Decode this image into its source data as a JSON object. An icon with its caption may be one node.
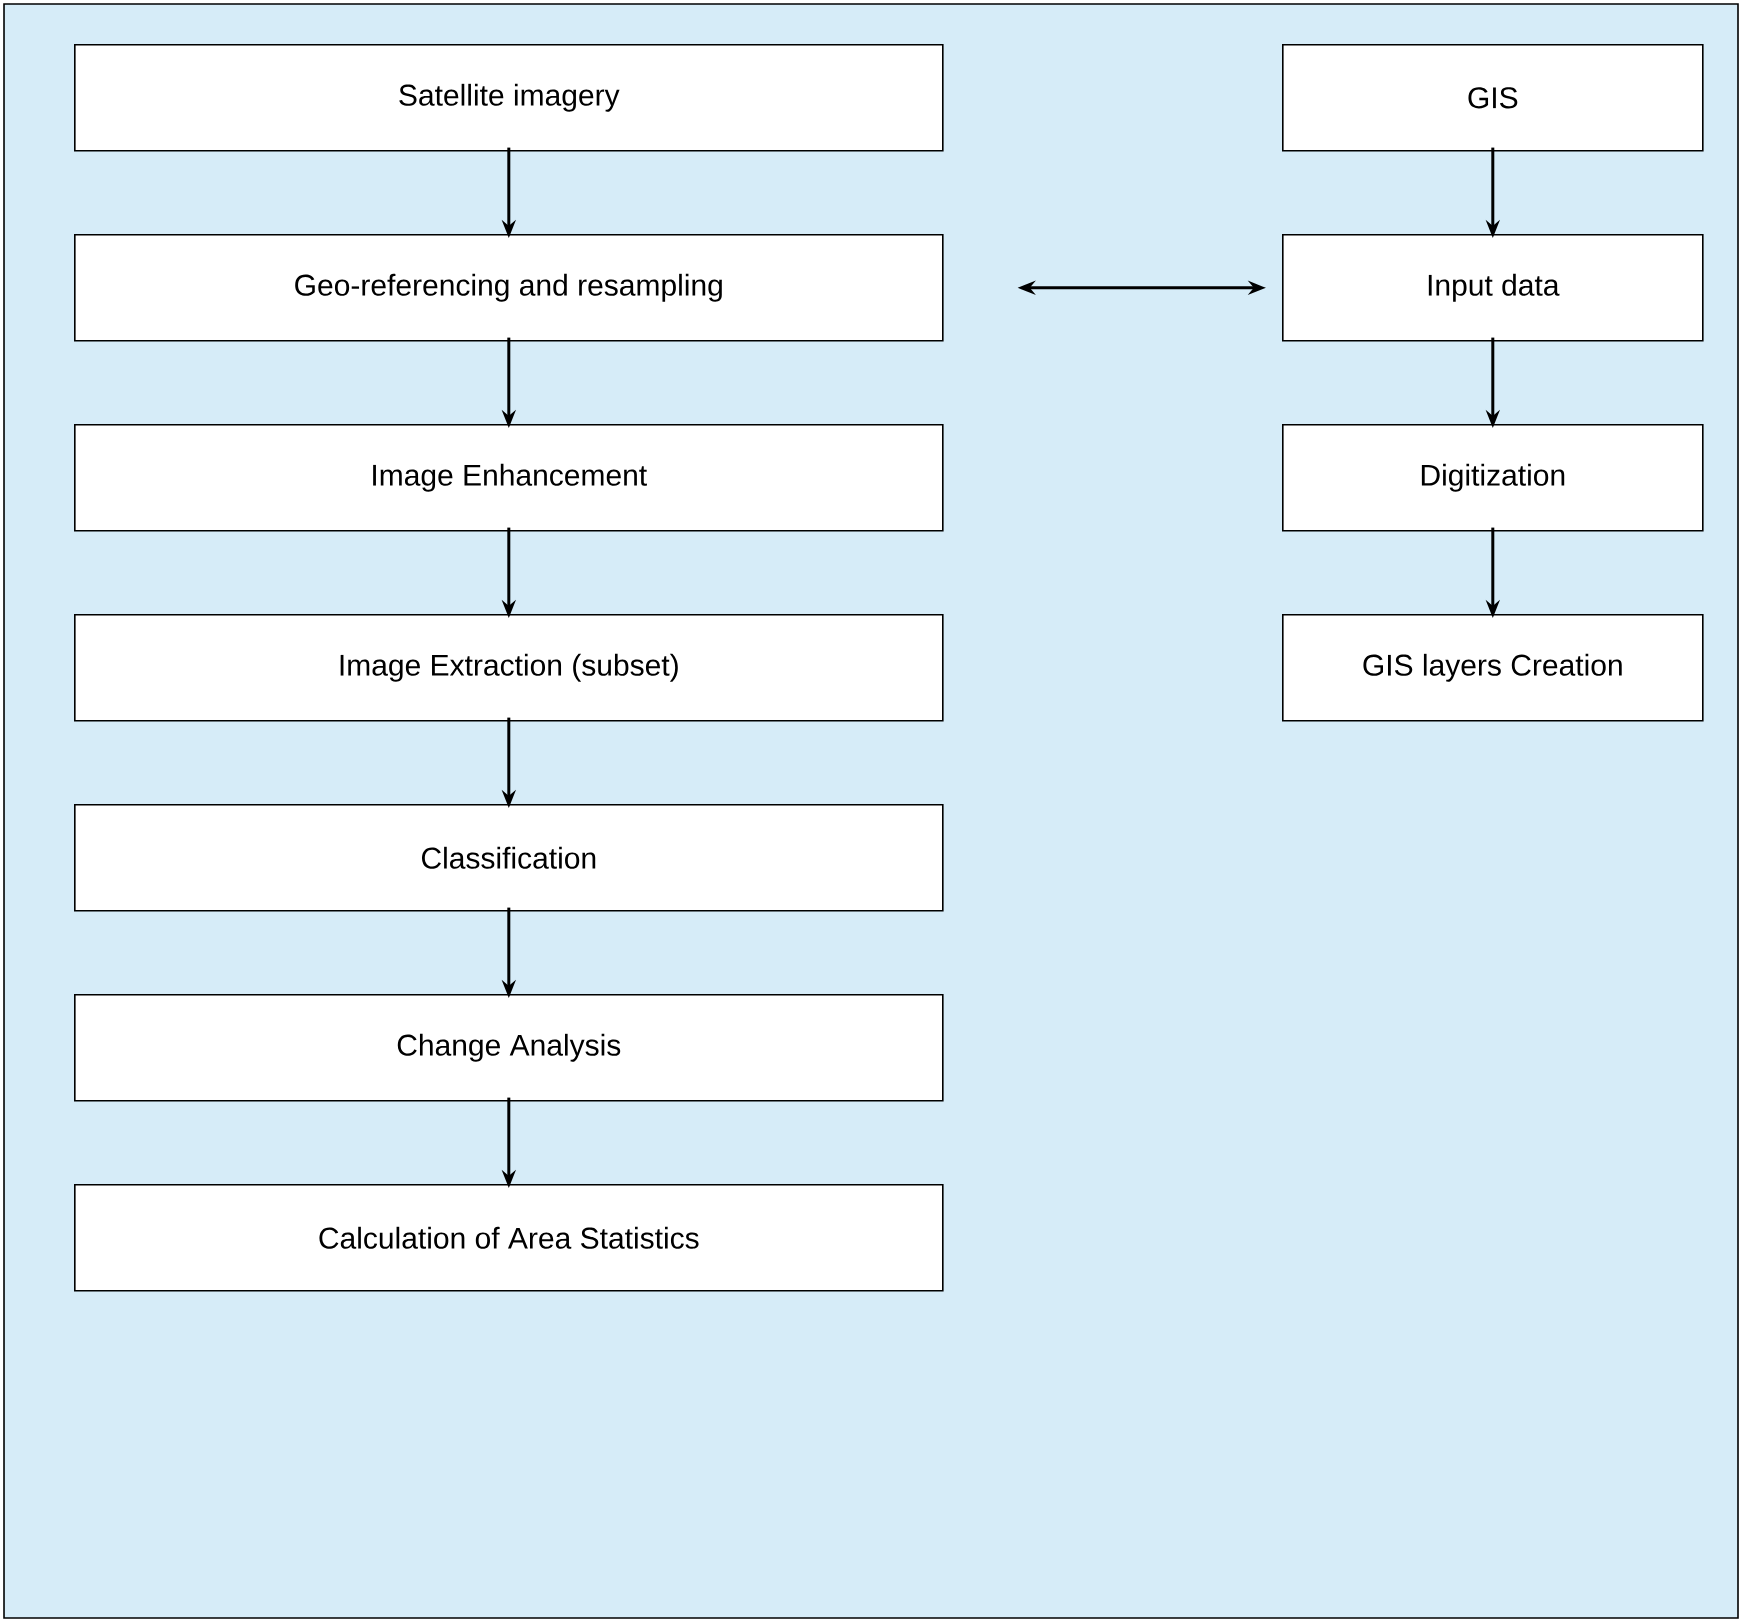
{
  "diagram": {
    "nodes": [
      {
        "text": [
          "Satellite imagery"
        ]
      },
      {
        "text": [
          "Geo-referencing and resampling"
        ]
      },
      {
        "text": [
          "Image Enhancement"
        ]
      },
      {
        "text": [
          "Image Extraction (subset)"
        ]
      },
      {
        "text": [
          "Classification"
        ]
      },
      {
        "text": [
          "Change Analysis"
        ]
      },
      {
        "text": [
          "Calculation of Area Statistics"
        ]
      },
      {
        "text": [
          "GIS"
        ]
      },
      {
        "text": [
          "Input data"
        ]
      },
      {
        "text": [
          "Digitization"
        ]
      },
      {
        "text": [
          "GIS layers Creation"
        ]
      }
    ],
    "edges": [
      {
        "from": 0,
        "to": 1,
        "arrow": "to"
      },
      {
        "from": 1,
        "to": 2,
        "arrow": "to"
      },
      {
        "from": 2,
        "to": 3,
        "arrow": "to"
      },
      {
        "from": 3,
        "to": 4,
        "arrow": "to"
      },
      {
        "from": 4,
        "to": 5,
        "arrow": "to"
      },
      {
        "from": 5,
        "to": 6,
        "arrow": "to"
      },
      {
        "from": 7,
        "to": 8,
        "arrow": "to"
      },
      {
        "from": 8,
        "to": 9,
        "arrow": "to"
      },
      {
        "from": 9,
        "to": 10,
        "arrow": "to"
      },
      {
        "from": 1,
        "to": 8,
        "arrow": "both"
      }
    ]
  }
}
